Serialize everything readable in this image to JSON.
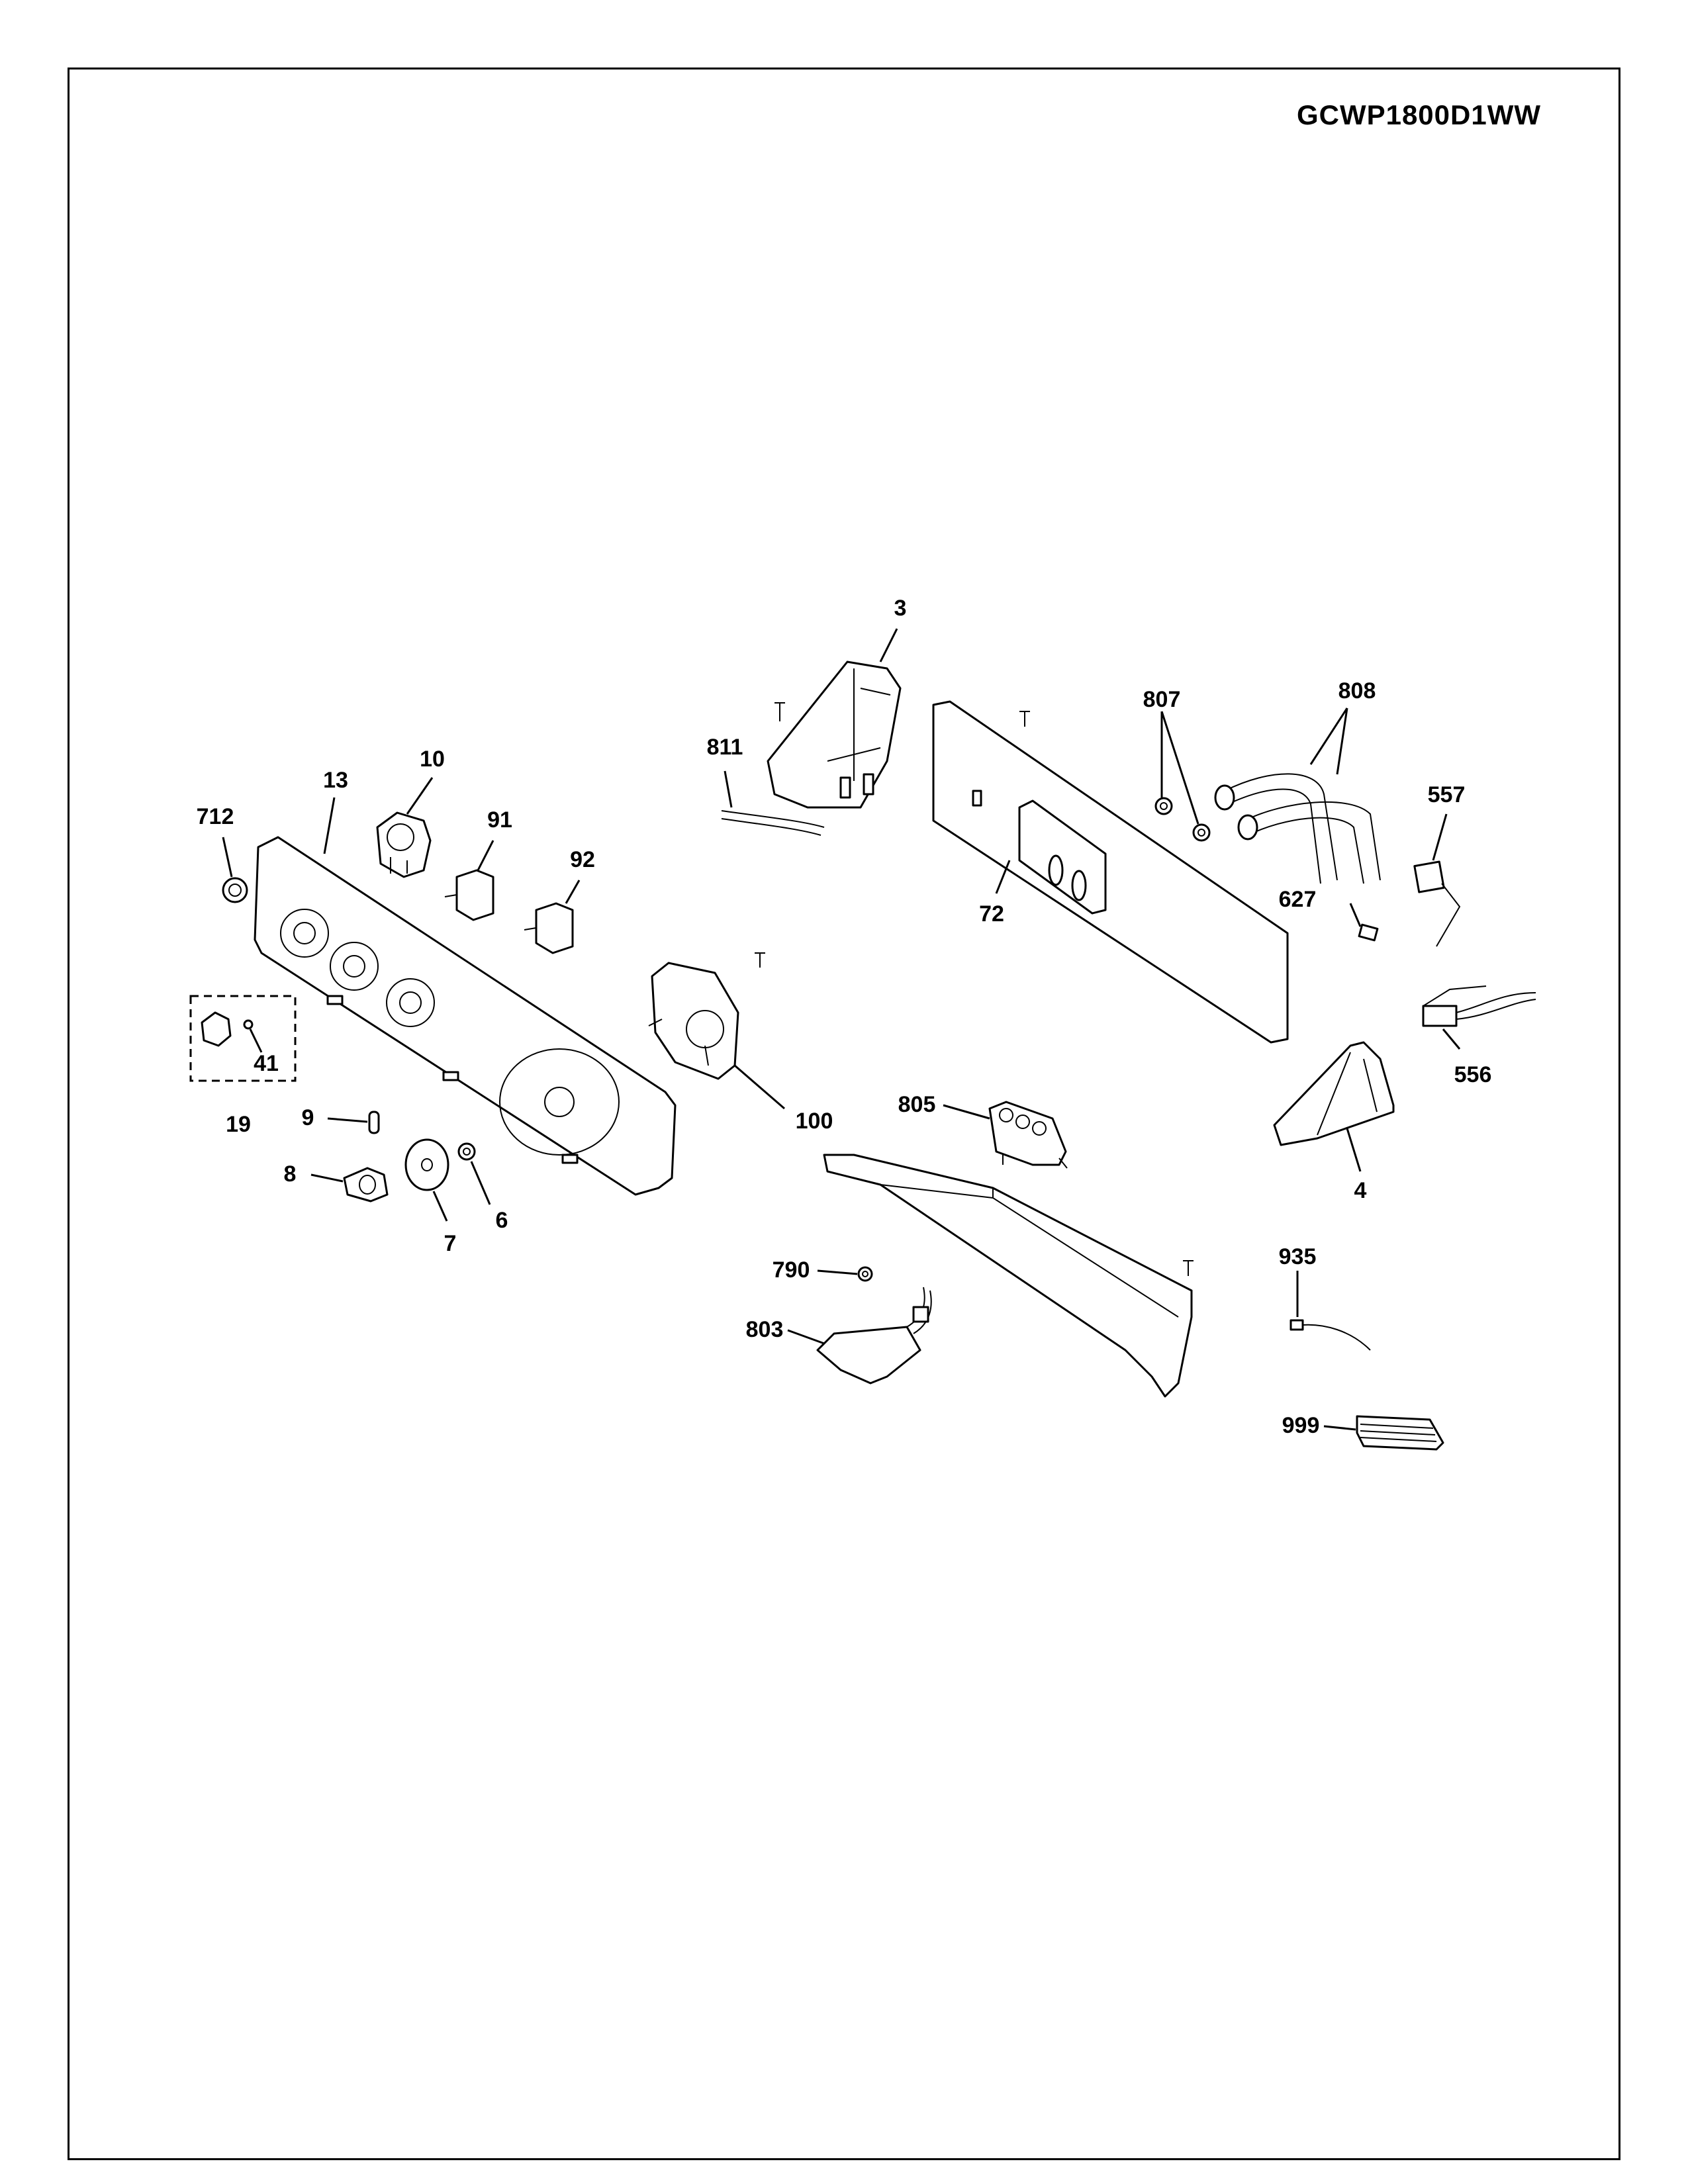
{
  "model_number": "GCWP1800D1WW",
  "callouts": [
    "3",
    "4",
    "6",
    "7",
    "8",
    "9",
    "10",
    "13",
    "19",
    "41",
    "72",
    "91",
    "92",
    "100",
    "556",
    "557",
    "627",
    "712",
    "790",
    "803",
    "805",
    "807",
    "808",
    "811",
    "935",
    "999"
  ]
}
